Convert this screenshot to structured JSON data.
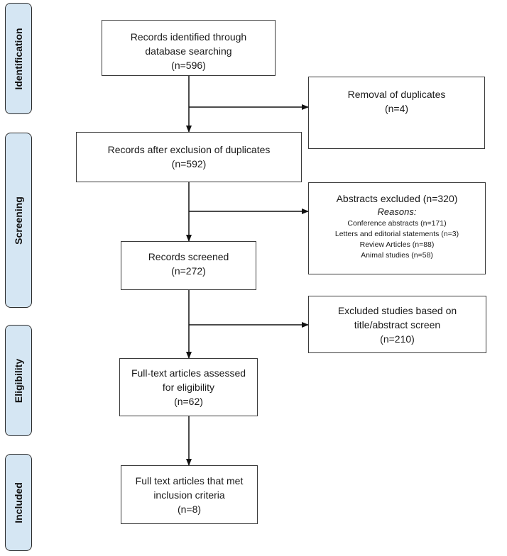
{
  "phases": {
    "identification": "Identification",
    "screening": "Screening",
    "eligibility": "Eligibility",
    "included": "Included"
  },
  "boxes": {
    "identified": {
      "line1": "Records identified through",
      "line2": "database searching",
      "line3": "(n=596)"
    },
    "duplicates_removed": {
      "line1": "Removal of duplicates",
      "line2": "(n=4)"
    },
    "after_duplicates": {
      "line1": "Records after exclusion of duplicates",
      "line2": "(n=592)"
    },
    "abstracts_excluded": {
      "title": "Abstracts excluded (n=320)",
      "reasons_label": "Reasons:",
      "reasons": [
        "Conference abstracts (n=171)",
        "Letters and editorial statements (n=3)",
        "Review Articles (n=88)",
        "Animal studies (n=58)"
      ]
    },
    "screened": {
      "line1": "Records screened",
      "line2": "(n=272)"
    },
    "excluded_title": {
      "line1": "Excluded studies based on",
      "line2": "title/abstract screen",
      "line3": "(n=210)"
    },
    "fulltext_assessed": {
      "line1": "Full-text articles assessed",
      "line2": "for eligibility",
      "line3": "(n=62)"
    },
    "included": {
      "line1": "Full text articles that met",
      "line2": "inclusion criteria",
      "line3": "(n=8)"
    }
  }
}
